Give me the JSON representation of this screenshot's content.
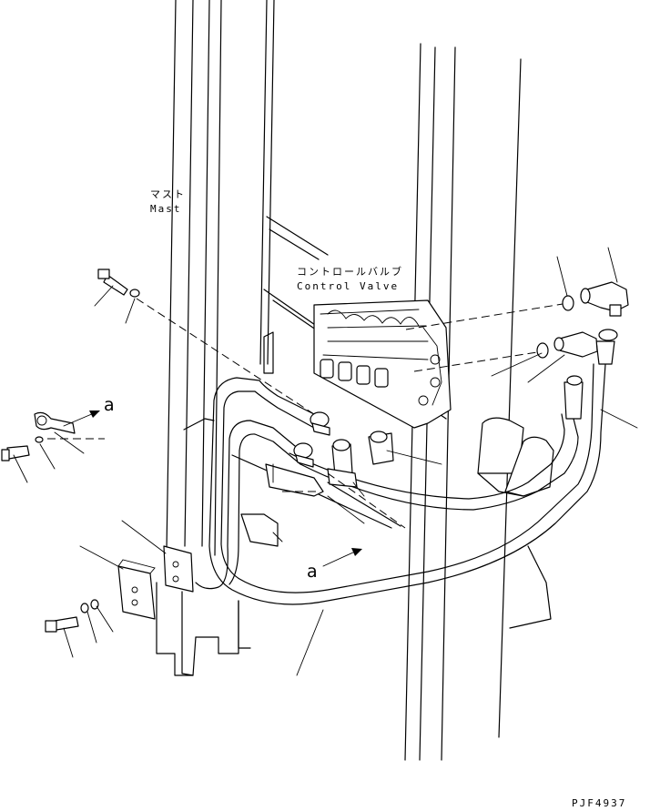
{
  "labels": {
    "mast_jp": "マスト",
    "mast_en": "Mast",
    "valve_jp": "コントロールバルブ",
    "valve_en": "Control Valve",
    "ref_a_upper": "a",
    "ref_a_lower": "a",
    "drawing_code": "PJF4937"
  }
}
